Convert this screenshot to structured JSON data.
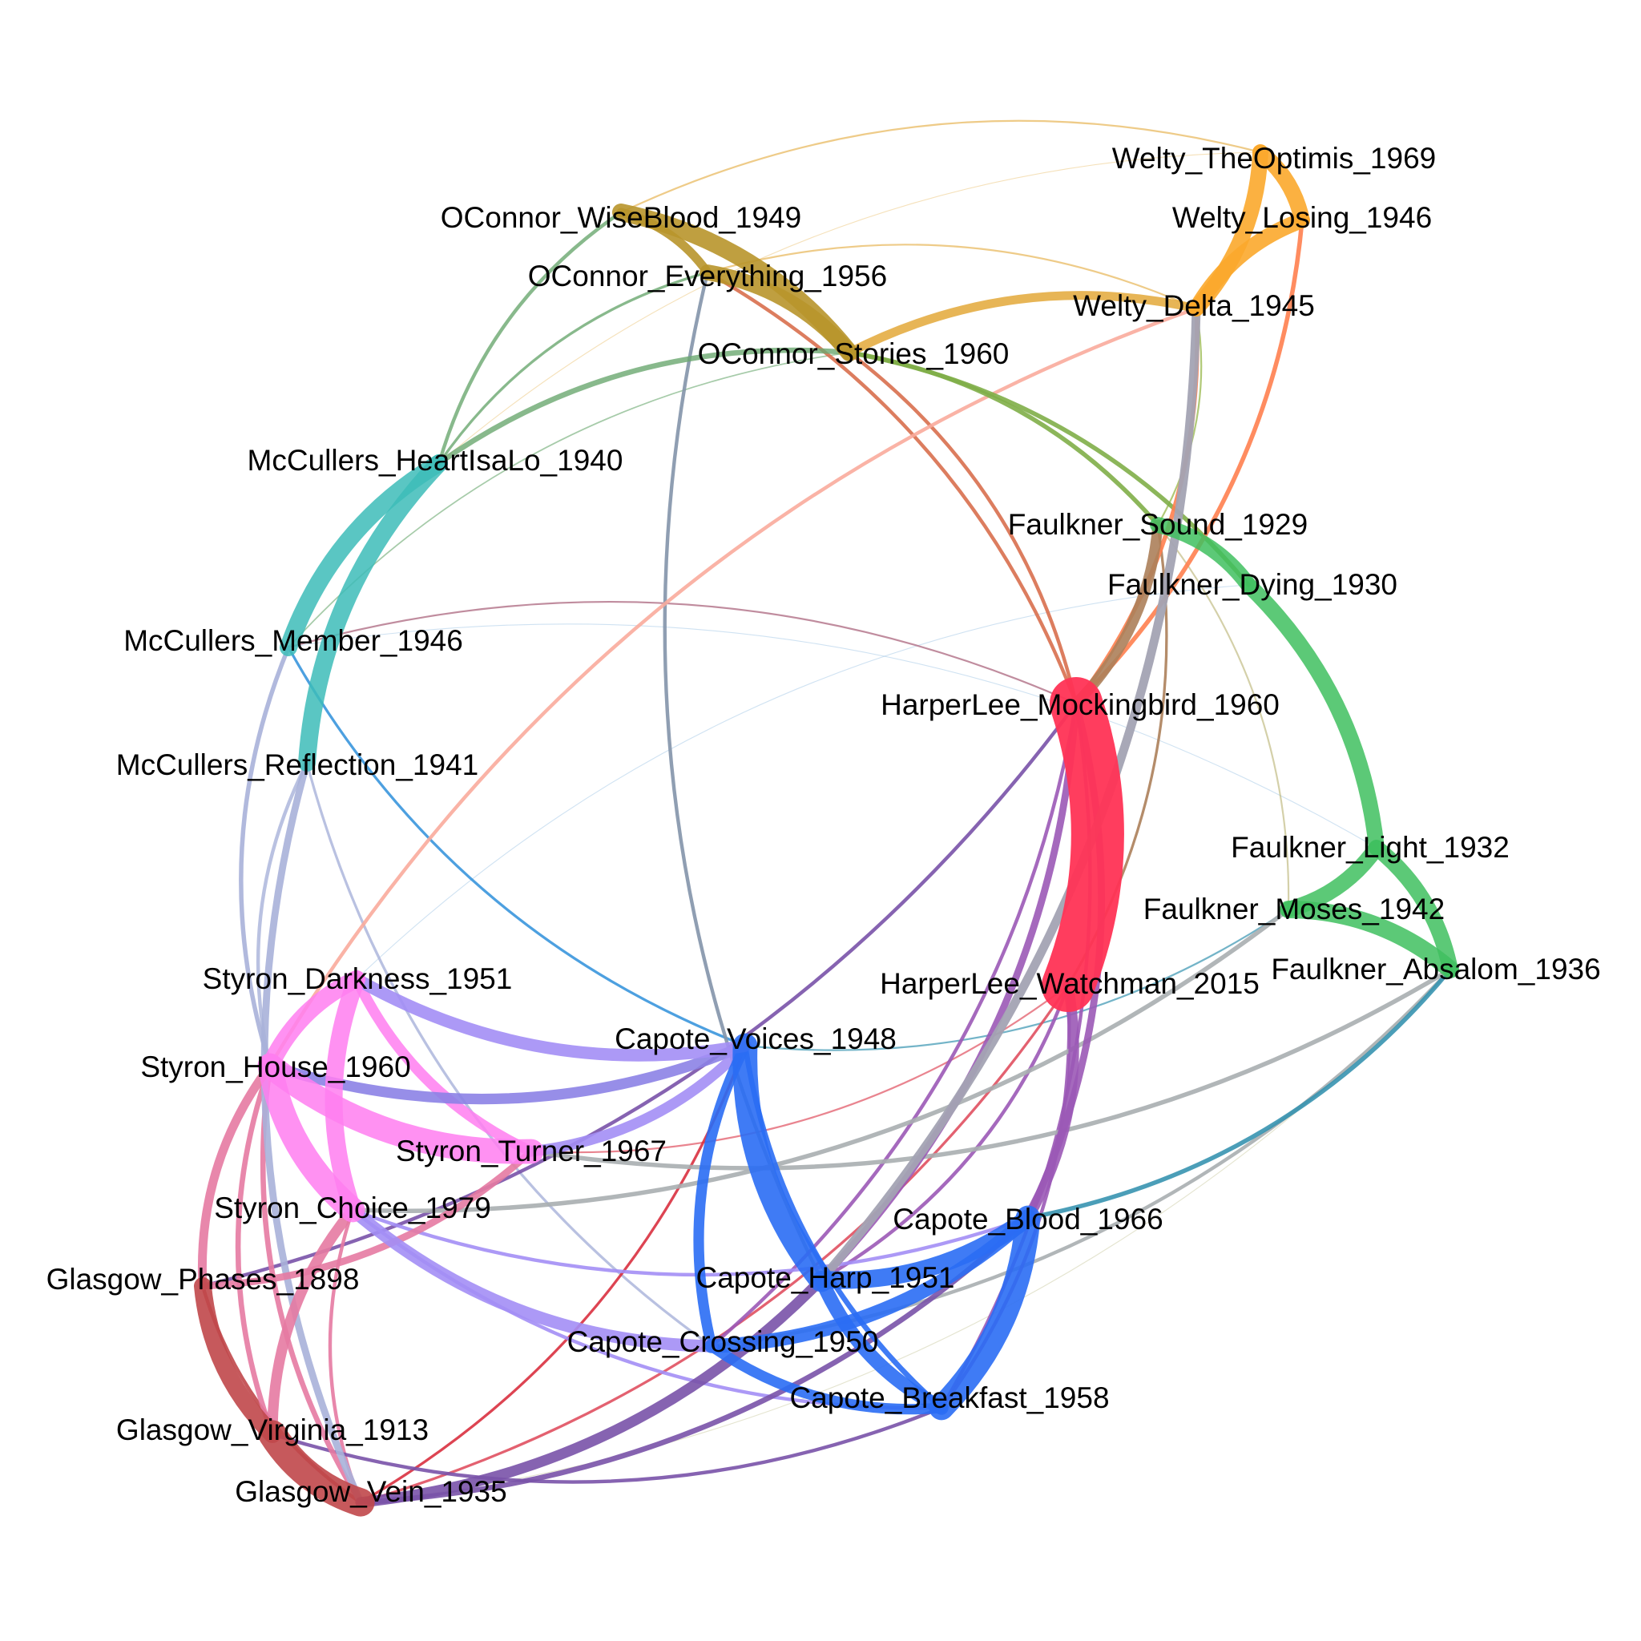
{
  "nodes": [
    {
      "id": "welty_optimist",
      "label": "Welty_TheOptimis_1969",
      "color": "#fba92c"
    },
    {
      "id": "welty_losing",
      "label": "Welty_Losing_1946",
      "color": "#fba92c"
    },
    {
      "id": "welty_delta",
      "label": "Welty_Delta_1945",
      "color": "#fba92c"
    },
    {
      "id": "oconnor_wise",
      "label": "OConnor_WiseBlood_1949",
      "color": "#b8952b"
    },
    {
      "id": "oconnor_every",
      "label": "OConnor_Everything_1956",
      "color": "#b8952b"
    },
    {
      "id": "oconnor_stories",
      "label": "OConnor_Stories_1960",
      "color": "#b8952b"
    },
    {
      "id": "mcc_heart",
      "label": "McCullers_HeartIsaLo_1940",
      "color": "#3dbcb8"
    },
    {
      "id": "mcc_member",
      "label": "McCullers_Member_1946",
      "color": "#3dbcb8"
    },
    {
      "id": "mcc_reflect",
      "label": "McCullers_Reflection_1941",
      "color": "#3dbcb8"
    },
    {
      "id": "faulk_sound",
      "label": "Faulkner_Sound_1929",
      "color": "#3fbf5f"
    },
    {
      "id": "faulk_dying",
      "label": "Faulkner_Dying_1930",
      "color": "#3fbf5f"
    },
    {
      "id": "faulk_light",
      "label": "Faulkner_Light_1932",
      "color": "#3fbf5f"
    },
    {
      "id": "faulk_moses",
      "label": "Faulkner_Moses_1942",
      "color": "#3fbf5f"
    },
    {
      "id": "faulk_absalom",
      "label": "Faulkner_Absalom_1936",
      "color": "#3fbf5f"
    },
    {
      "id": "lee_mock",
      "label": "HarperLee_Mockingbird_1960",
      "color": "#ff3355"
    },
    {
      "id": "lee_watch",
      "label": "HarperLee_Watchman_2015",
      "color": "#ff3355"
    },
    {
      "id": "sty_dark",
      "label": "Styron_Darkness_1951",
      "color": "#ff7ef0"
    },
    {
      "id": "sty_house",
      "label": "Styron_House_1960",
      "color": "#ff7ef0"
    },
    {
      "id": "sty_turner",
      "label": "Styron_Turner_1967",
      "color": "#ff7ef0"
    },
    {
      "id": "sty_choice",
      "label": "Styron_Choice_1979",
      "color": "#ff7ef0"
    },
    {
      "id": "cap_voices",
      "label": "Capote_Voices_1948",
      "color": "#2a6df4"
    },
    {
      "id": "cap_blood",
      "label": "Capote_Blood_1966",
      "color": "#2a6df4"
    },
    {
      "id": "cap_harp",
      "label": "Capote_Harp_1951",
      "color": "#2a6df4"
    },
    {
      "id": "cap_crossing",
      "label": "Capote_Crossing_1950",
      "color": "#2a6df4"
    },
    {
      "id": "cap_breakfast",
      "label": "Capote_Breakfast_1958",
      "color": "#2a6df4"
    },
    {
      "id": "glas_phases",
      "label": "Glasgow_Phases_1898",
      "color": "#c0474a"
    },
    {
      "id": "glas_virginia",
      "label": "Glasgow_Virginia_1913",
      "color": "#c0474a"
    },
    {
      "id": "glas_vein",
      "label": "Glasgow_Vein_1935",
      "color": "#c0474a"
    }
  ],
  "edges": [
    {
      "source": "welty_optimist",
      "target": "welty_losing",
      "weight": 9,
      "color": "#fba92c",
      "opacity": 0.9
    },
    {
      "source": "welty_optimist",
      "target": "welty_delta",
      "weight": 9,
      "color": "#fba92c",
      "opacity": 0.9
    },
    {
      "source": "welty_losing",
      "target": "welty_delta",
      "weight": 9,
      "color": "#fba92c",
      "opacity": 0.9
    },
    {
      "source": "oconnor_wise",
      "target": "oconnor_stories",
      "weight": 10,
      "color": "#b8952b",
      "opacity": 0.9
    },
    {
      "source": "oconnor_every",
      "target": "oconnor_stories",
      "weight": 9,
      "color": "#b8952b",
      "opacity": 0.9
    },
    {
      "source": "oconnor_wise",
      "target": "oconnor_every",
      "weight": 5,
      "color": "#b8952b",
      "opacity": 0.9
    },
    {
      "source": "oconnor_stories",
      "target": "welty_delta",
      "weight": 5,
      "color": "#e3a838",
      "opacity": 0.85
    },
    {
      "source": "oconnor_every",
      "target": "welty_delta",
      "weight": 1,
      "color": "#e3a838",
      "opacity": 0.6
    },
    {
      "source": "oconnor_wise",
      "target": "welty_optimist",
      "weight": 1,
      "color": "#e3a838",
      "opacity": 0.6
    },
    {
      "source": "mcc_heart",
      "target": "welty_optimist",
      "weight": 0.5,
      "color": "#e3a838",
      "opacity": 0.35
    },
    {
      "source": "mcc_heart",
      "target": "mcc_member",
      "weight": 10,
      "color": "#3dbcb8",
      "opacity": 0.85
    },
    {
      "source": "mcc_heart",
      "target": "mcc_reflect",
      "weight": 10,
      "color": "#3dbcb8",
      "opacity": 0.85
    },
    {
      "source": "mcc_heart",
      "target": "oconnor_stories",
      "weight": 3,
      "color": "#6aa86f",
      "opacity": 0.8
    },
    {
      "source": "mcc_heart",
      "target": "oconnor_wise",
      "weight": 2,
      "color": "#6aa86f",
      "opacity": 0.8
    },
    {
      "source": "mcc_heart",
      "target": "oconnor_every",
      "weight": 1.5,
      "color": "#6aa86f",
      "opacity": 0.8
    },
    {
      "source": "mcc_member",
      "target": "oconnor_stories",
      "weight": 0.8,
      "color": "#6aa86f",
      "opacity": 0.6
    },
    {
      "source": "mcc_member",
      "target": "sty_house",
      "weight": 2.5,
      "color": "#a8b1d9",
      "opacity": 0.9
    },
    {
      "source": "mcc_member",
      "target": "cap_voices",
      "weight": 1.5,
      "color": "#3a96dd",
      "opacity": 0.9
    },
    {
      "source": "mcc_member",
      "target": "lee_mock",
      "weight": 1,
      "color": "#b06f86",
      "opacity": 0.8
    },
    {
      "source": "mcc_reflect",
      "target": "glas_vein",
      "weight": 4,
      "color": "#a8b1d9",
      "opacity": 0.9
    },
    {
      "source": "mcc_reflect",
      "target": "sty_house",
      "weight": 2,
      "color": "#a8b1d9",
      "opacity": 0.8
    },
    {
      "source": "mcc_reflect",
      "target": "cap_crossing",
      "weight": 1.5,
      "color": "#a8b1d9",
      "opacity": 0.8
    },
    {
      "source": "oconnor_stories",
      "target": "faulk_sound",
      "weight": 2.5,
      "color": "#7fae48",
      "opacity": 0.9
    },
    {
      "source": "oconnor_stories",
      "target": "faulk_dying",
      "weight": 2.5,
      "color": "#7fae48",
      "opacity": 0.9
    },
    {
      "source": "oconnor_stories",
      "target": "lee_mock",
      "weight": 2,
      "color": "#d86f4e",
      "opacity": 0.9
    },
    {
      "source": "oconnor_every",
      "target": "lee_mock",
      "weight": 2,
      "color": "#d86f4e",
      "opacity": 0.9
    },
    {
      "source": "oconnor_every",
      "target": "cap_harp",
      "weight": 2,
      "color": "#8394aa",
      "opacity": 0.9
    },
    {
      "source": "welty_delta",
      "target": "lee_mock",
      "weight": 2.5,
      "color": "#ff7f4f",
      "opacity": 0.9
    },
    {
      "source": "welty_losing",
      "target": "lee_mock",
      "weight": 2.5,
      "color": "#ff7f4f",
      "opacity": 0.9
    },
    {
      "source": "welty_delta",
      "target": "faulk_sound",
      "weight": 1,
      "color": "#9dbb55",
      "opacity": 0.8
    },
    {
      "source": "welty_delta",
      "target": "cap_harp",
      "weight": 5,
      "color": "#a3a3b3",
      "opacity": 0.95
    },
    {
      "source": "welty_delta",
      "target": "sty_house",
      "weight": 2,
      "color": "#f9ab9c",
      "opacity": 0.9
    },
    {
      "source": "faulk_sound",
      "target": "faulk_dying",
      "weight": 9,
      "color": "#3fbf5f",
      "opacity": 0.85
    },
    {
      "source": "faulk_dying",
      "target": "faulk_light",
      "weight": 9,
      "color": "#3fbf5f",
      "opacity": 0.85
    },
    {
      "source": "faulk_light",
      "target": "faulk_moses",
      "weight": 9,
      "color": "#3fbf5f",
      "opacity": 0.85
    },
    {
      "source": "faulk_moses",
      "target": "faulk_absalom",
      "weight": 10,
      "color": "#3fbf5f",
      "opacity": 0.85
    },
    {
      "source": "faulk_light",
      "target": "faulk_absalom",
      "weight": 9,
      "color": "#3fbf5f",
      "opacity": 0.85
    },
    {
      "source": "faulk_sound",
      "target": "lee_mock",
      "weight": 6,
      "color": "#ac7f5a",
      "opacity": 0.9
    },
    {
      "source": "faulk_sound",
      "target": "faulk_moses",
      "weight": 1,
      "color": "#b8b070",
      "opacity": 0.6
    },
    {
      "source": "faulk_sound",
      "target": "lee_watch",
      "weight": 1.5,
      "color": "#ac7f5a",
      "opacity": 0.9
    },
    {
      "source": "faulk_absalom",
      "target": "cap_blood",
      "weight": 2.5,
      "color": "#3794b0",
      "opacity": 0.9
    },
    {
      "source": "faulk_absalom",
      "target": "sty_turner",
      "weight": 2.5,
      "color": "#a9aeb0",
      "opacity": 0.9
    },
    {
      "source": "faulk_absalom",
      "target": "cap_crossing",
      "weight": 2,
      "color": "#a9aeb0",
      "opacity": 0.9
    },
    {
      "source": "faulk_moses",
      "target": "sty_choice",
      "weight": 2.5,
      "color": "#a9aeb0",
      "opacity": 0.9
    },
    {
      "source": "faulk_moses",
      "target": "cap_voices",
      "weight": 1,
      "color": "#3794b0",
      "opacity": 0.7
    },
    {
      "source": "lee_mock",
      "target": "lee_watch",
      "weight": 30,
      "color": "#ff3355",
      "opacity": 0.95
    },
    {
      "source": "lee_mock",
      "target": "cap_harp",
      "weight": 4,
      "color": "#9b59b6",
      "opacity": 0.9
    },
    {
      "source": "lee_mock",
      "target": "cap_blood",
      "weight": 4,
      "color": "#9b59b6",
      "opacity": 0.9
    },
    {
      "source": "lee_mock",
      "target": "cap_breakfast",
      "weight": 2,
      "color": "#9b59b6",
      "opacity": 0.9
    },
    {
      "source": "lee_mock",
      "target": "cap_crossing",
      "weight": 2,
      "color": "#9b59b6",
      "opacity": 0.9
    },
    {
      "source": "lee_mock",
      "target": "glas_phases",
      "weight": 2,
      "color": "#7952a8",
      "opacity": 0.9
    },
    {
      "source": "lee_watch",
      "target": "cap_blood",
      "weight": 6,
      "color": "#9b59b6",
      "opacity": 0.9
    },
    {
      "source": "lee_watch",
      "target": "cap_harp",
      "weight": 2,
      "color": "#9b59b6",
      "opacity": 0.9
    },
    {
      "source": "lee_watch",
      "target": "cap_breakfast",
      "weight": 2,
      "color": "#9b59b6",
      "opacity": 0.9
    },
    {
      "source": "lee_watch",
      "target": "glas_vein",
      "weight": 1.5,
      "color": "#e05060",
      "opacity": 0.9
    },
    {
      "source": "lee_watch",
      "target": "sty_turner",
      "weight": 1,
      "color": "#e05060",
      "opacity": 0.7
    },
    {
      "source": "sty_dark",
      "target": "sty_house",
      "weight": 10,
      "color": "#ff7ef0",
      "opacity": 0.85
    },
    {
      "source": "sty_dark",
      "target": "sty_choice",
      "weight": 10,
      "color": "#ff7ef0",
      "opacity": 0.85
    },
    {
      "source": "sty_house",
      "target": "sty_turner",
      "weight": 14,
      "color": "#ff7ef0",
      "opacity": 0.85
    },
    {
      "source": "sty_house",
      "target": "sty_choice",
      "weight": 14,
      "color": "#ff7ef0",
      "opacity": 0.85
    },
    {
      "source": "sty_dark",
      "target": "sty_turner",
      "weight": 6,
      "color": "#ff7ef0",
      "opacity": 0.85
    },
    {
      "source": "sty_dark",
      "target": "cap_voices",
      "weight": 7,
      "color": "#a38ef5",
      "opacity": 0.9
    },
    {
      "source": "sty_house",
      "target": "cap_voices",
      "weight": 6,
      "color": "#8c82e6",
      "opacity": 0.9
    },
    {
      "source": "sty_turner",
      "target": "cap_voices",
      "weight": 6,
      "color": "#a38ef5",
      "opacity": 0.9
    },
    {
      "source": "sty_choice",
      "target": "cap_crossing",
      "weight": 7,
      "color": "#a38ef5",
      "opacity": 0.9
    },
    {
      "source": "sty_choice",
      "target": "cap_blood",
      "weight": 2,
      "color": "#a38ef5",
      "opacity": 0.9
    },
    {
      "source": "sty_choice",
      "target": "cap_breakfast",
      "weight": 2,
      "color": "#a38ef5",
      "opacity": 0.9
    },
    {
      "source": "sty_house",
      "target": "glas_phases",
      "weight": 5,
      "color": "#e57aa2",
      "opacity": 0.9
    },
    {
      "source": "sty_house",
      "target": "glas_virginia",
      "weight": 3,
      "color": "#e57aa2",
      "opacity": 0.9
    },
    {
      "source": "sty_house",
      "target": "glas_vein",
      "weight": 3,
      "color": "#e57aa2",
      "opacity": 0.9
    },
    {
      "source": "sty_turner",
      "target": "glas_phases",
      "weight": 4,
      "color": "#e57aa2",
      "opacity": 0.9
    },
    {
      "source": "sty_choice",
      "target": "glas_virginia",
      "weight": 6,
      "color": "#e57aa2",
      "opacity": 0.9
    },
    {
      "source": "sty_choice",
      "target": "glas_vein",
      "weight": 2,
      "color": "#e57aa2",
      "opacity": 0.9
    },
    {
      "source": "glas_phases",
      "target": "glas_virginia",
      "weight": 10,
      "color": "#c0474a",
      "opacity": 0.9
    },
    {
      "source": "glas_virginia",
      "target": "glas_vein",
      "weight": 16,
      "color": "#c0474a",
      "opacity": 0.9
    },
    {
      "source": "glas_phases",
      "target": "glas_vein",
      "weight": 2,
      "color": "#c0474a",
      "opacity": 0.9
    },
    {
      "source": "glas_vein",
      "target": "cap_harp",
      "weight": 6,
      "color": "#7952a8",
      "opacity": 0.9
    },
    {
      "source": "glas_vein",
      "target": "cap_blood",
      "weight": 3,
      "color": "#7952a8",
      "opacity": 0.9
    },
    {
      "source": "glas_virginia",
      "target": "cap_breakfast",
      "weight": 2,
      "color": "#7952a8",
      "opacity": 0.9
    },
    {
      "source": "glas_vein",
      "target": "cap_voices",
      "weight": 1.5,
      "color": "#d9303f",
      "opacity": 0.9
    },
    {
      "source": "cap_voices",
      "target": "cap_harp",
      "weight": 14,
      "color": "#2a6df4",
      "opacity": 0.9
    },
    {
      "source": "cap_voices",
      "target": "cap_crossing",
      "weight": 6,
      "color": "#2a6df4",
      "opacity": 0.9
    },
    {
      "source": "cap_harp",
      "target": "cap_blood",
      "weight": 10,
      "color": "#2a6df4",
      "opacity": 0.9
    },
    {
      "source": "cap_harp",
      "target": "cap_breakfast",
      "weight": 8,
      "color": "#2a6df4",
      "opacity": 0.9
    },
    {
      "source": "cap_blood",
      "target": "cap_breakfast",
      "weight": 14,
      "color": "#2a6df4",
      "opacity": 0.9
    },
    {
      "source": "cap_crossing",
      "target": "cap_blood",
      "weight": 8,
      "color": "#2a6df4",
      "opacity": 0.9
    },
    {
      "source": "cap_crossing",
      "target": "cap_breakfast",
      "weight": 6,
      "color": "#2a6df4",
      "opacity": 0.9
    },
    {
      "source": "cap_voices",
      "target": "cap_breakfast",
      "weight": 3,
      "color": "#2a6df4",
      "opacity": 0.9
    },
    {
      "source": "mcc_member",
      "target": "faulk_light",
      "weight": 0.5,
      "color": "#9fc6e6",
      "opacity": 0.5
    },
    {
      "source": "sty_dark",
      "target": "faulk_dying",
      "weight": 0.5,
      "color": "#9fc6e6",
      "opacity": 0.5
    },
    {
      "source": "glas_vein",
      "target": "faulk_absalom",
      "weight": 0.5,
      "color": "#c9c9a0",
      "opacity": 0.5
    }
  ]
}
